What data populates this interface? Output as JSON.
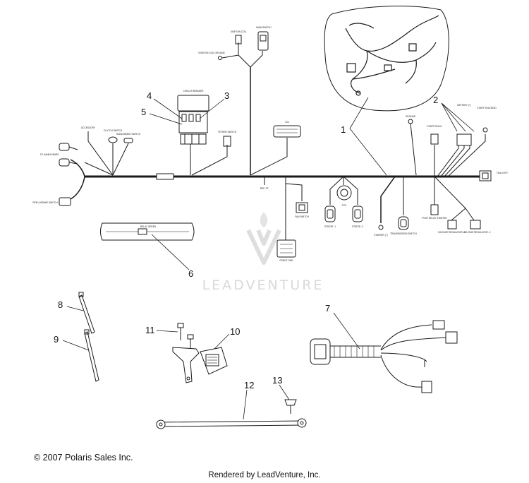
{
  "copyright": "© 2007 Polaris Sales Inc.",
  "rendered_by": "Rendered by LeadVenture, Inc.",
  "watermark": "LEADVENTURE",
  "callouts": [
    "1",
    "2",
    "3",
    "4",
    "5",
    "6",
    "7",
    "8",
    "9",
    "10",
    "11",
    "12",
    "13"
  ],
  "harness_labels": {
    "ignition_coil": "IGNITION COIL",
    "ignition_coil_ground": "IGNITION COIL GROUND",
    "main_switch": "MAIN SWITCH",
    "circuit_breaker": "CIRCUIT BREAKER",
    "accessory": "ACCESSORY",
    "clutch_switch": "CLUTCH SWITCH",
    "hand_brake_switch": "HAND BRAKE SWITCH",
    "tether_switch": "TETHER SWITCH",
    "handlebars": "TO HANDLEBARS",
    "rpm_switch": "RPM & BRAKE SWITCH",
    "cdi": "CDI",
    "ground": "GROUND",
    "battery": "BATTERY (+)",
    "start_solenoid": "START SOLENOID",
    "start_relay": "START RELAY",
    "taillight": "TAILLIGHT",
    "ref_pt": "REF. PT.",
    "fan_switch": "FAN SWITCH",
    "front_ground": "FRONT GND",
    "tps": "TPS",
    "stator_1": "STATOR -1",
    "stator_2": "STATOR -2",
    "starter": "STARTER (+)",
    "transmission_switch": "TRANSMISSION SWITCH",
    "post_relay_starter": "POST RELAY STARTER",
    "voltage_regulator_1": "VOLTAGE REGULATOR -1",
    "voltage_regulator_2": "VOLTAGE REGULATOR -2",
    "relay_green": "RELAY GREEN"
  },
  "colors": {
    "line": "#1a1a1a",
    "watermark": "#d9d9d9"
  }
}
